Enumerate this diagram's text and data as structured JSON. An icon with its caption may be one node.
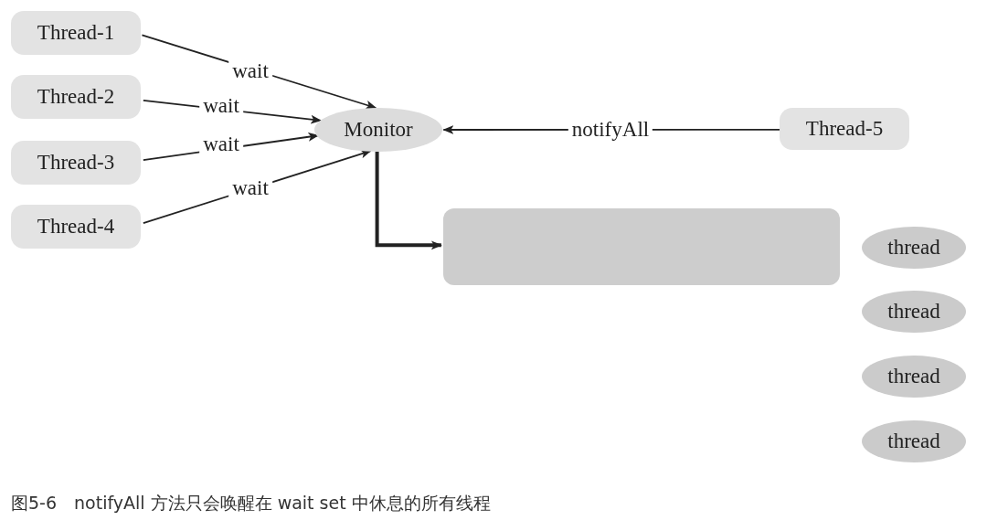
{
  "diagram": {
    "caption": "图5-6　notifyAll 方法只会唤醒在 wait set 中休息的所有线程",
    "nodes": [
      {
        "text": [
          "Thread-1"
        ]
      },
      {
        "text": [
          "Thread-2"
        ]
      },
      {
        "text": [
          "Thread-3"
        ]
      },
      {
        "text": [
          "Thread-4"
        ]
      },
      {
        "text": [
          "Monitor"
        ]
      },
      {
        "text": [
          "Thread-5"
        ]
      },
      {
        "text": [],
        "shape": "box"
      },
      {
        "text": [
          "thread"
        ]
      },
      {
        "text": [
          "thread"
        ]
      },
      {
        "text": [
          "thread"
        ]
      },
      {
        "text": [
          "thread"
        ]
      }
    ],
    "edges": [
      {
        "from": 0,
        "to": 4,
        "arrow": "to",
        "label": "wait"
      },
      {
        "from": 1,
        "to": 4,
        "arrow": "to",
        "label": "wait"
      },
      {
        "from": 2,
        "to": 4,
        "arrow": "to",
        "label": "wait"
      },
      {
        "from": 3,
        "to": 4,
        "arrow": "to",
        "label": "wait"
      },
      {
        "from": 5,
        "to": 4,
        "arrow": "to",
        "label": "notifyAll"
      },
      {
        "from": 4,
        "to": 6,
        "arrow": "to",
        "style": "thick"
      }
    ]
  }
}
